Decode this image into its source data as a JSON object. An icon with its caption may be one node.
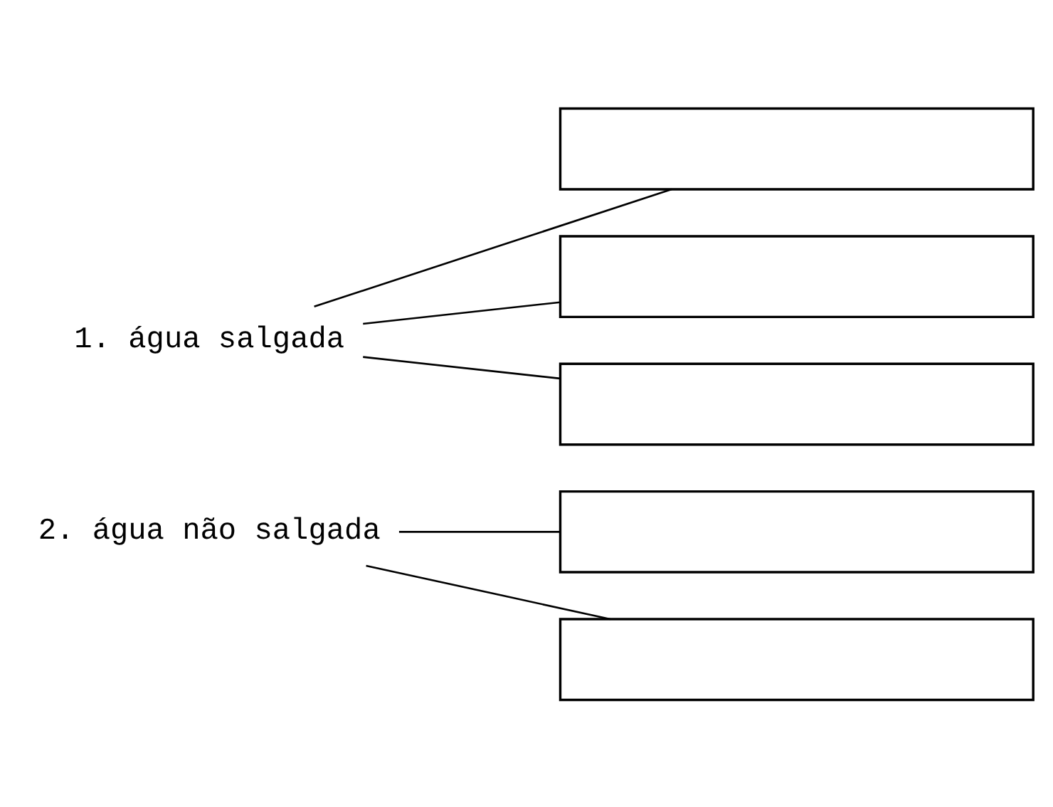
{
  "diagram": {
    "nodes": [
      {
        "text": [
          "1. água salgada"
        ]
      },
      {
        "text": [],
        "shape": "box"
      },
      {
        "text": [],
        "shape": "box"
      },
      {
        "text": [],
        "shape": "box"
      },
      {
        "text": [
          "2. água não salgada"
        ]
      },
      {
        "text": [],
        "shape": "box"
      },
      {
        "text": [],
        "shape": "box"
      }
    ],
    "edges": [
      {
        "from": 0,
        "to": 1,
        "arrow": "none"
      },
      {
        "from": 0,
        "to": 2,
        "arrow": "none"
      },
      {
        "from": 0,
        "to": 3,
        "arrow": "none"
      },
      {
        "from": 4,
        "to": 5,
        "arrow": "none"
      },
      {
        "from": 4,
        "to": 6,
        "arrow": "none"
      }
    ]
  }
}
